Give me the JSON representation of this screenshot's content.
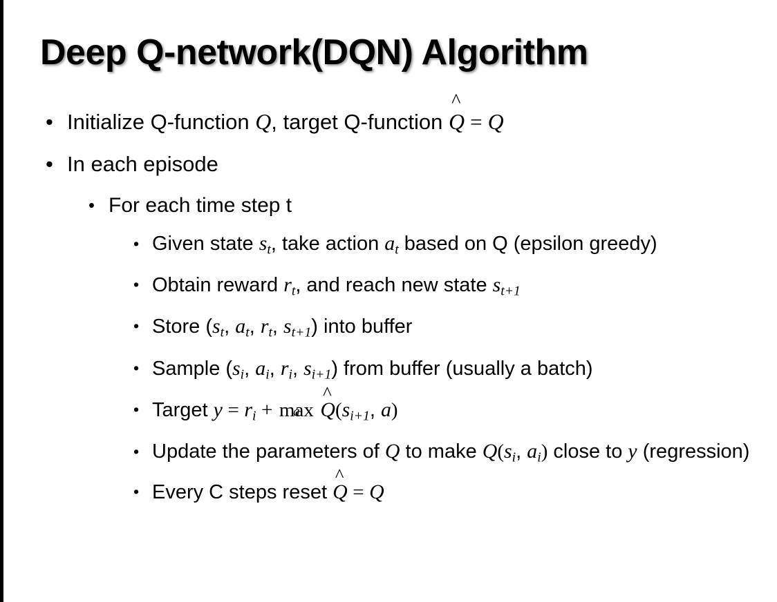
{
  "slide": {
    "title": "Deep Q-network(DQN) Algorithm",
    "background_color": "#ffffff",
    "text_color": "#000000",
    "edge_band_color": "#000000",
    "bullet_glyph": "•"
  },
  "content": {
    "l1_initialize": {
      "pre": "Initialize Q-function ",
      "var_q1": "Q",
      "mid": ", target Q-function ",
      "hat": "^",
      "var_qhat": "Q",
      "eq": "=",
      "var_q2": "Q"
    },
    "l1_in_each_episode": "In each episode",
    "l2_for_each_time_step": "For each time step t",
    "l3_given_state": {
      "pre": "Given state ",
      "var_s": "s",
      "sub_s": "t",
      "mid1": ", take action ",
      "var_a": "a",
      "sub_a": "t",
      "mid2": " based on Q (epsilon greedy)"
    },
    "l3_obtain_reward": {
      "pre": "Obtain reward ",
      "var_r": "r",
      "sub_r": "t",
      "mid": ", and reach new state ",
      "var_s": "s",
      "sub_s": "t+1"
    },
    "l3_store": {
      "pre": "Store (",
      "var_s1": "s",
      "sub_s1": "t",
      "c1": ", ",
      "var_a": "a",
      "sub_a": "t",
      "c2": ", ",
      "var_r": "r",
      "sub_r": "t",
      "c3": ", ",
      "var_s2": "s",
      "sub_s2": "t+1",
      "post": ") into buffer"
    },
    "l3_sample": {
      "pre": "Sample (",
      "var_s1": "s",
      "sub_s1": "i",
      "c1": ", ",
      "var_a": "a",
      "sub_a": "i",
      "c2": ", ",
      "var_r": "r",
      "sub_r": "i",
      "c3": ", ",
      "var_s2": "s",
      "sub_s2": "i+1",
      "post": ") from buffer (usually a batch)"
    },
    "l3_target": {
      "pre": "Target ",
      "var_y": "y",
      "eq": "=",
      "var_r": "r",
      "sub_r": "i",
      "plus": "+",
      "max": "max",
      "max_sub": "a",
      "hat": "^",
      "var_qhat": "Q",
      "paren_open": "(",
      "var_s": "s",
      "sub_s": "i+1",
      "comma": ", ",
      "var_a": "a",
      "paren_close": ")"
    },
    "l3_update": {
      "pre": "Update the parameters of ",
      "var_q1": "Q",
      "mid1": " to make ",
      "var_q2": "Q",
      "paren_open": "(",
      "var_s": "s",
      "sub_s": "i",
      "comma": ", ",
      "var_a": "a",
      "sub_a": "i",
      "paren_close": ")",
      "mid2": " close to ",
      "var_y": "y",
      "post": " (regression)"
    },
    "l3_every_c_steps": {
      "pre": "Every C steps reset ",
      "hat": "^",
      "var_qhat": "Q",
      "eq": "=",
      "var_q": "Q"
    }
  }
}
